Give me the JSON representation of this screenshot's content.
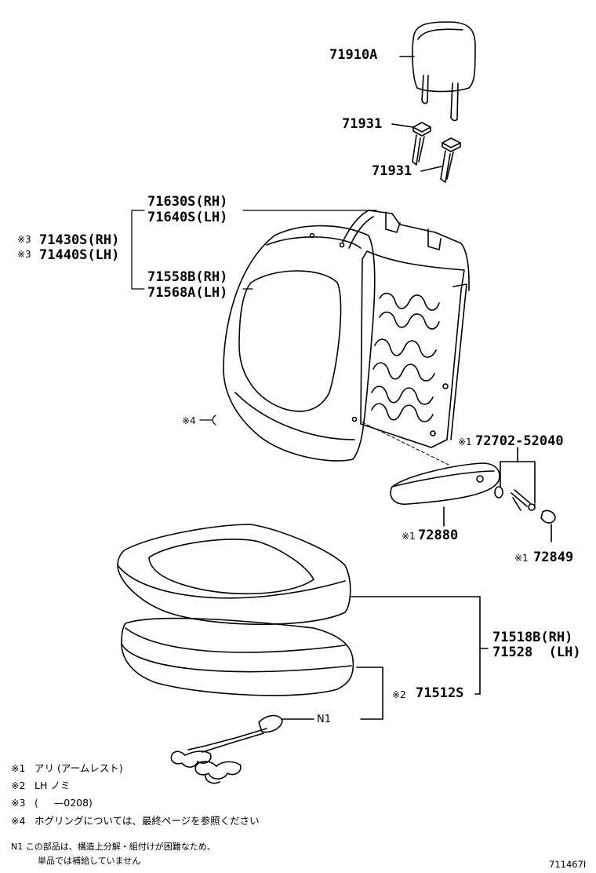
{
  "parts": {
    "headrest": "71910A",
    "guide_upper": "71931",
    "guide_lower": "71931",
    "frame_rh": "71630S(RH)",
    "frame_lh": "71640S(LH)",
    "back_rh_mark": "※3",
    "back_rh": "71430S(RH)",
    "back_lh_mark": "※3",
    "back_lh": "71440S(LH)",
    "cover_rh": "71558B(RH)",
    "cover_lh": "71568A(LH)",
    "hogring_mark": "※4",
    "screw_mark": "※1",
    "screw": "72702-52040",
    "armrest_mark": "※1",
    "armrest": "72880",
    "cap_mark": "※1",
    "cap": "72849",
    "cushion_cover_rh": "71518B(RH)",
    "cushion_cover_lh": "71528  (LH)",
    "pad_mark": "※2",
    "pad": "71512S",
    "n1": "N1"
  },
  "notes": {
    "n1_mark": "※1",
    "n1_text": "アリ (アームレスト)",
    "n2_mark": "※2",
    "n2_text": "LH ノミ",
    "n3_mark": "※3",
    "n3_text": "(     —0208)",
    "n4_mark": "※4",
    "n4_text": "ホグリングについては、最終ページを参照ください",
    "footnote_line1": "N1 この部品は、構造上分解・組付けが困難なため、",
    "footnote_line2": "単品では補給していません"
  },
  "figure_id": "711467I"
}
